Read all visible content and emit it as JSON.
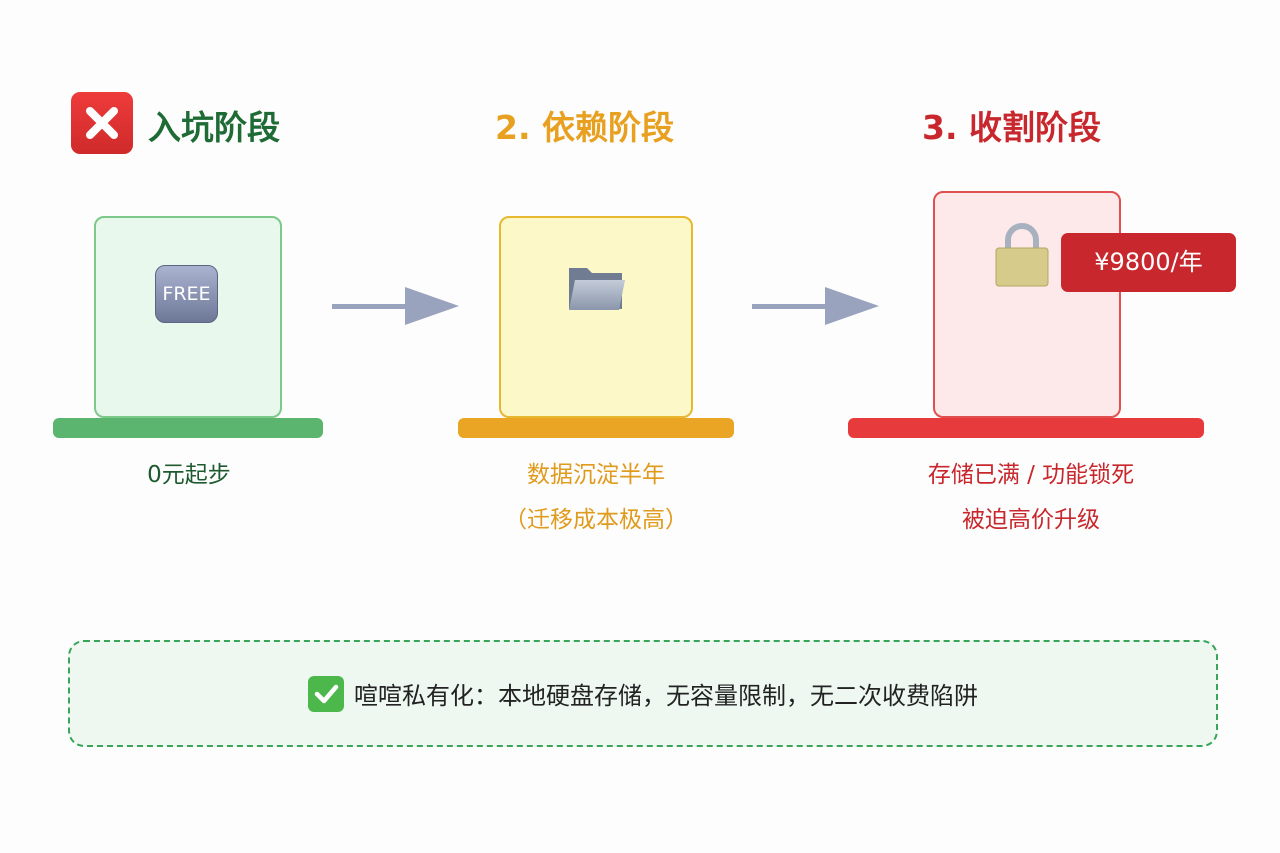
{
  "stages": [
    {
      "title": "入坑阶段",
      "icon": "x-mark-icon",
      "badge": "FREE",
      "caption": [
        "0元起步"
      ],
      "color": "#1e6b35"
    },
    {
      "title": "2. 依赖阶段",
      "icon": "folder-icon",
      "caption": [
        "数据沉淀半年",
        "（迁移成本极高）"
      ],
      "color": "#e8a020"
    },
    {
      "title": "3. 收割阶段",
      "icon": "lock-icon",
      "price": "¥9800/年",
      "caption": [
        "存储已满 / 功能锁死",
        "被迫高价升级"
      ],
      "color": "#c8282d"
    }
  ],
  "footer": {
    "icon": "check-mark-icon",
    "text": "喧喧私有化：本地硬盘存储，无容量限制，无二次收费陷阱"
  }
}
